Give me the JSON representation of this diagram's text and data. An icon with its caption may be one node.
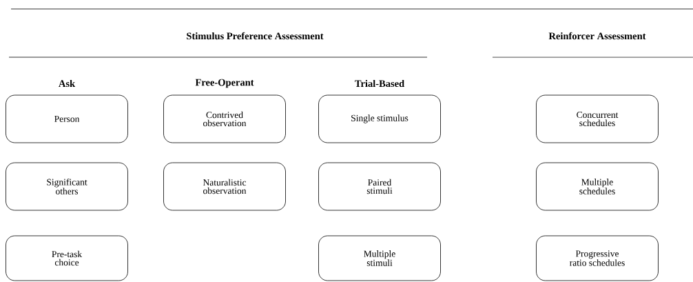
{
  "diagram": {
    "nodes": [
      {
        "text": [
          "Person"
        ]
      },
      {
        "text": [
          "Contrived observation"
        ]
      },
      {
        "text": [
          "Single stimulus"
        ]
      },
      {
        "text": [
          "Concurrent schedules"
        ]
      },
      {
        "text": [
          "Significant others"
        ]
      },
      {
        "text": [
          "Naturalistic observation"
        ]
      },
      {
        "text": [
          "Paired stimuli"
        ]
      },
      {
        "text": [
          "Multiple schedules"
        ]
      },
      {
        "text": [
          "Pre-task choice"
        ]
      },
      {
        "text": [
          "Multiple stimuli"
        ]
      },
      {
        "text": [
          "Progressive ratio schedules"
        ]
      }
    ],
    "labels": [
      "Stimulus Preference Assessment",
      "Reinforcer Assessment",
      "Ask",
      "Free-Operant",
      "Trial-Based"
    ]
  }
}
